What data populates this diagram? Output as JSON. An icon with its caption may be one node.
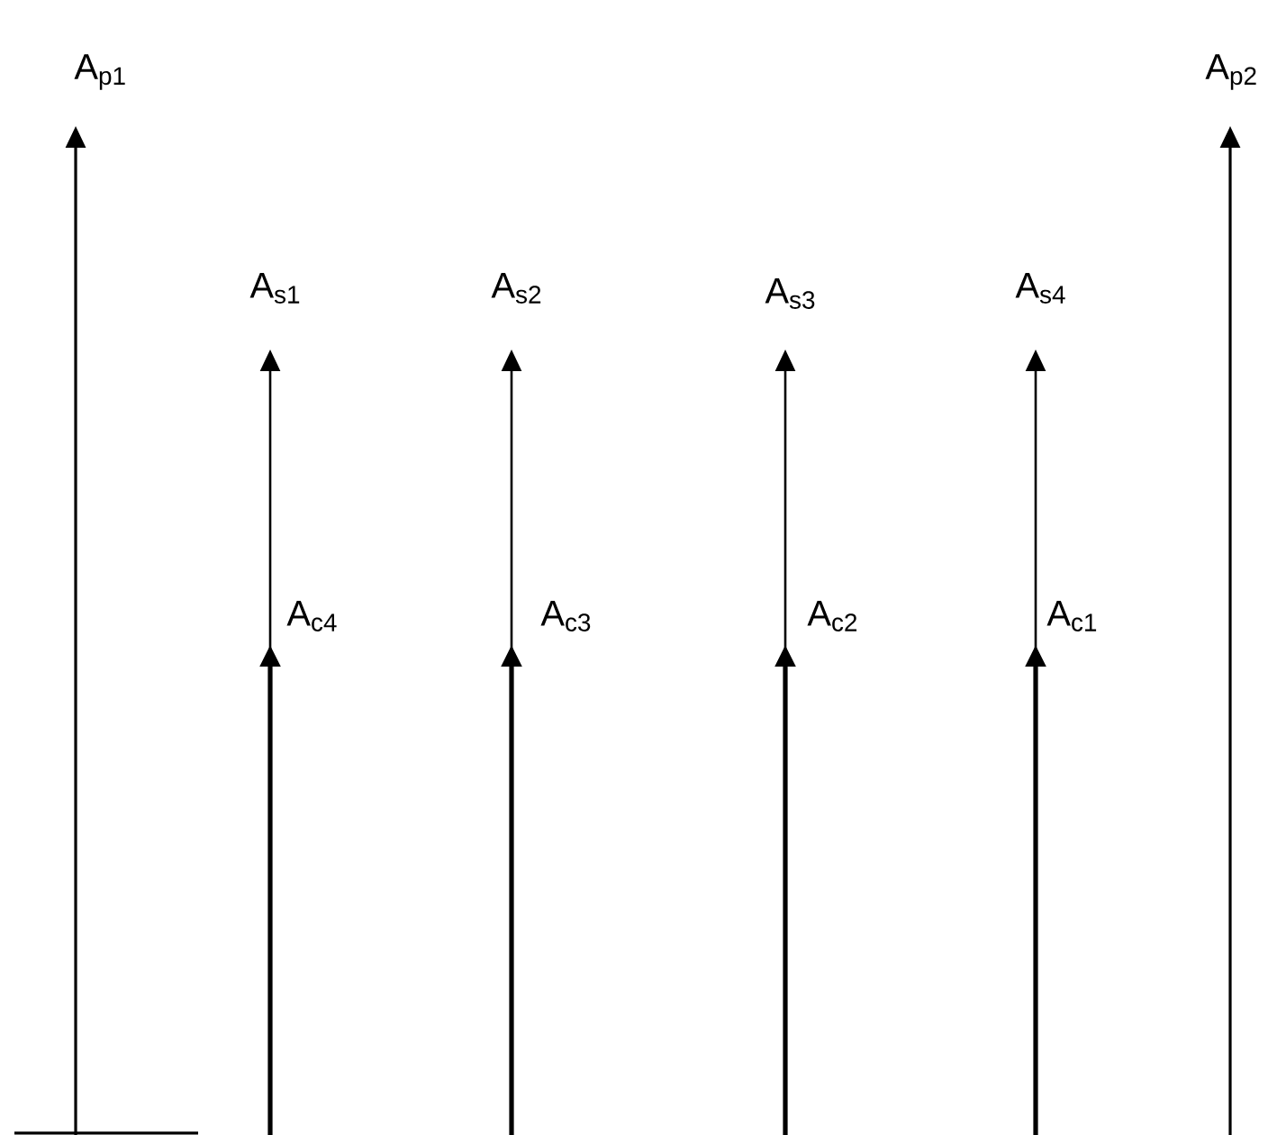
{
  "diagram": {
    "labels": [
      "A$_{p1}$",
      "A$_{p2}$",
      "A$_{s1}$",
      "A$_{s2}$",
      "A$_{s3}$",
      "A$_{s4}$",
      "A$_{c4}$",
      "A$_{c3}$",
      "A$_{c2}$",
      "A$_{c1}$"
    ]
  }
}
